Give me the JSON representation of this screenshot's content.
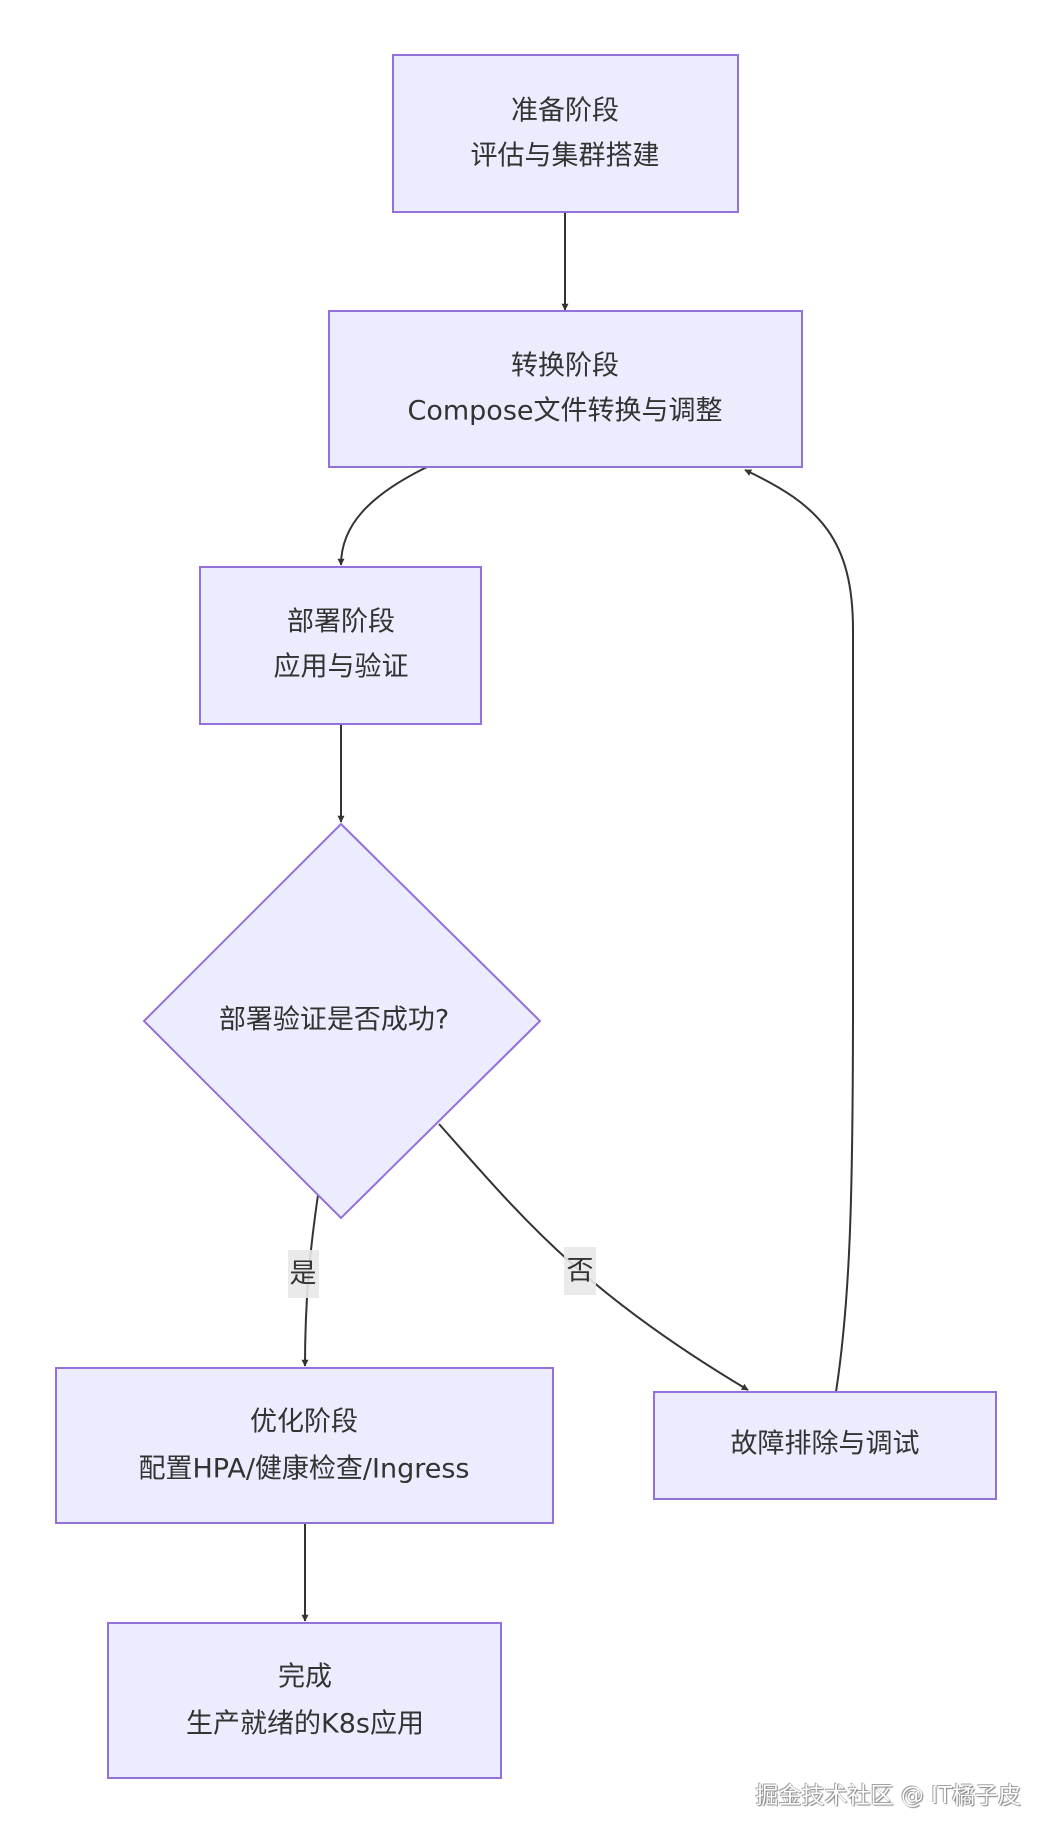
{
  "diagram": {
    "type": "flowchart",
    "colors": {
      "node_fill": "#ECECFF",
      "node_stroke": "#9370DB",
      "edge": "#333333",
      "label_bg": "#e8e8e8",
      "text": "#333333"
    },
    "nodes": {
      "prepare": {
        "line1": "准备阶段",
        "line2": "评估与集群搭建"
      },
      "convert": {
        "line1": "转换阶段",
        "line2": "Compose文件转换与调整"
      },
      "deploy": {
        "line1": "部署阶段",
        "line2": "应用与验证"
      },
      "decision": {
        "text": "部署验证是否成功?"
      },
      "optimize": {
        "line1": "优化阶段",
        "line2": "配置HPA/健康检查/Ingress"
      },
      "troubleshoot": {
        "text": "故障排除与调试"
      },
      "done": {
        "line1": "完成",
        "line2": "生产就绪的K8s应用"
      }
    },
    "edges": [
      {
        "from": "prepare",
        "to": "convert",
        "label": ""
      },
      {
        "from": "convert",
        "to": "deploy",
        "label": ""
      },
      {
        "from": "deploy",
        "to": "decision",
        "label": ""
      },
      {
        "from": "decision",
        "to": "optimize",
        "label": "是"
      },
      {
        "from": "decision",
        "to": "troubleshoot",
        "label": "否"
      },
      {
        "from": "troubleshoot",
        "to": "convert",
        "label": ""
      },
      {
        "from": "optimize",
        "to": "done",
        "label": ""
      }
    ],
    "edge_labels": {
      "yes": "是",
      "no": "否"
    }
  },
  "watermark": "掘金技术社区 @ IT橘子皮"
}
